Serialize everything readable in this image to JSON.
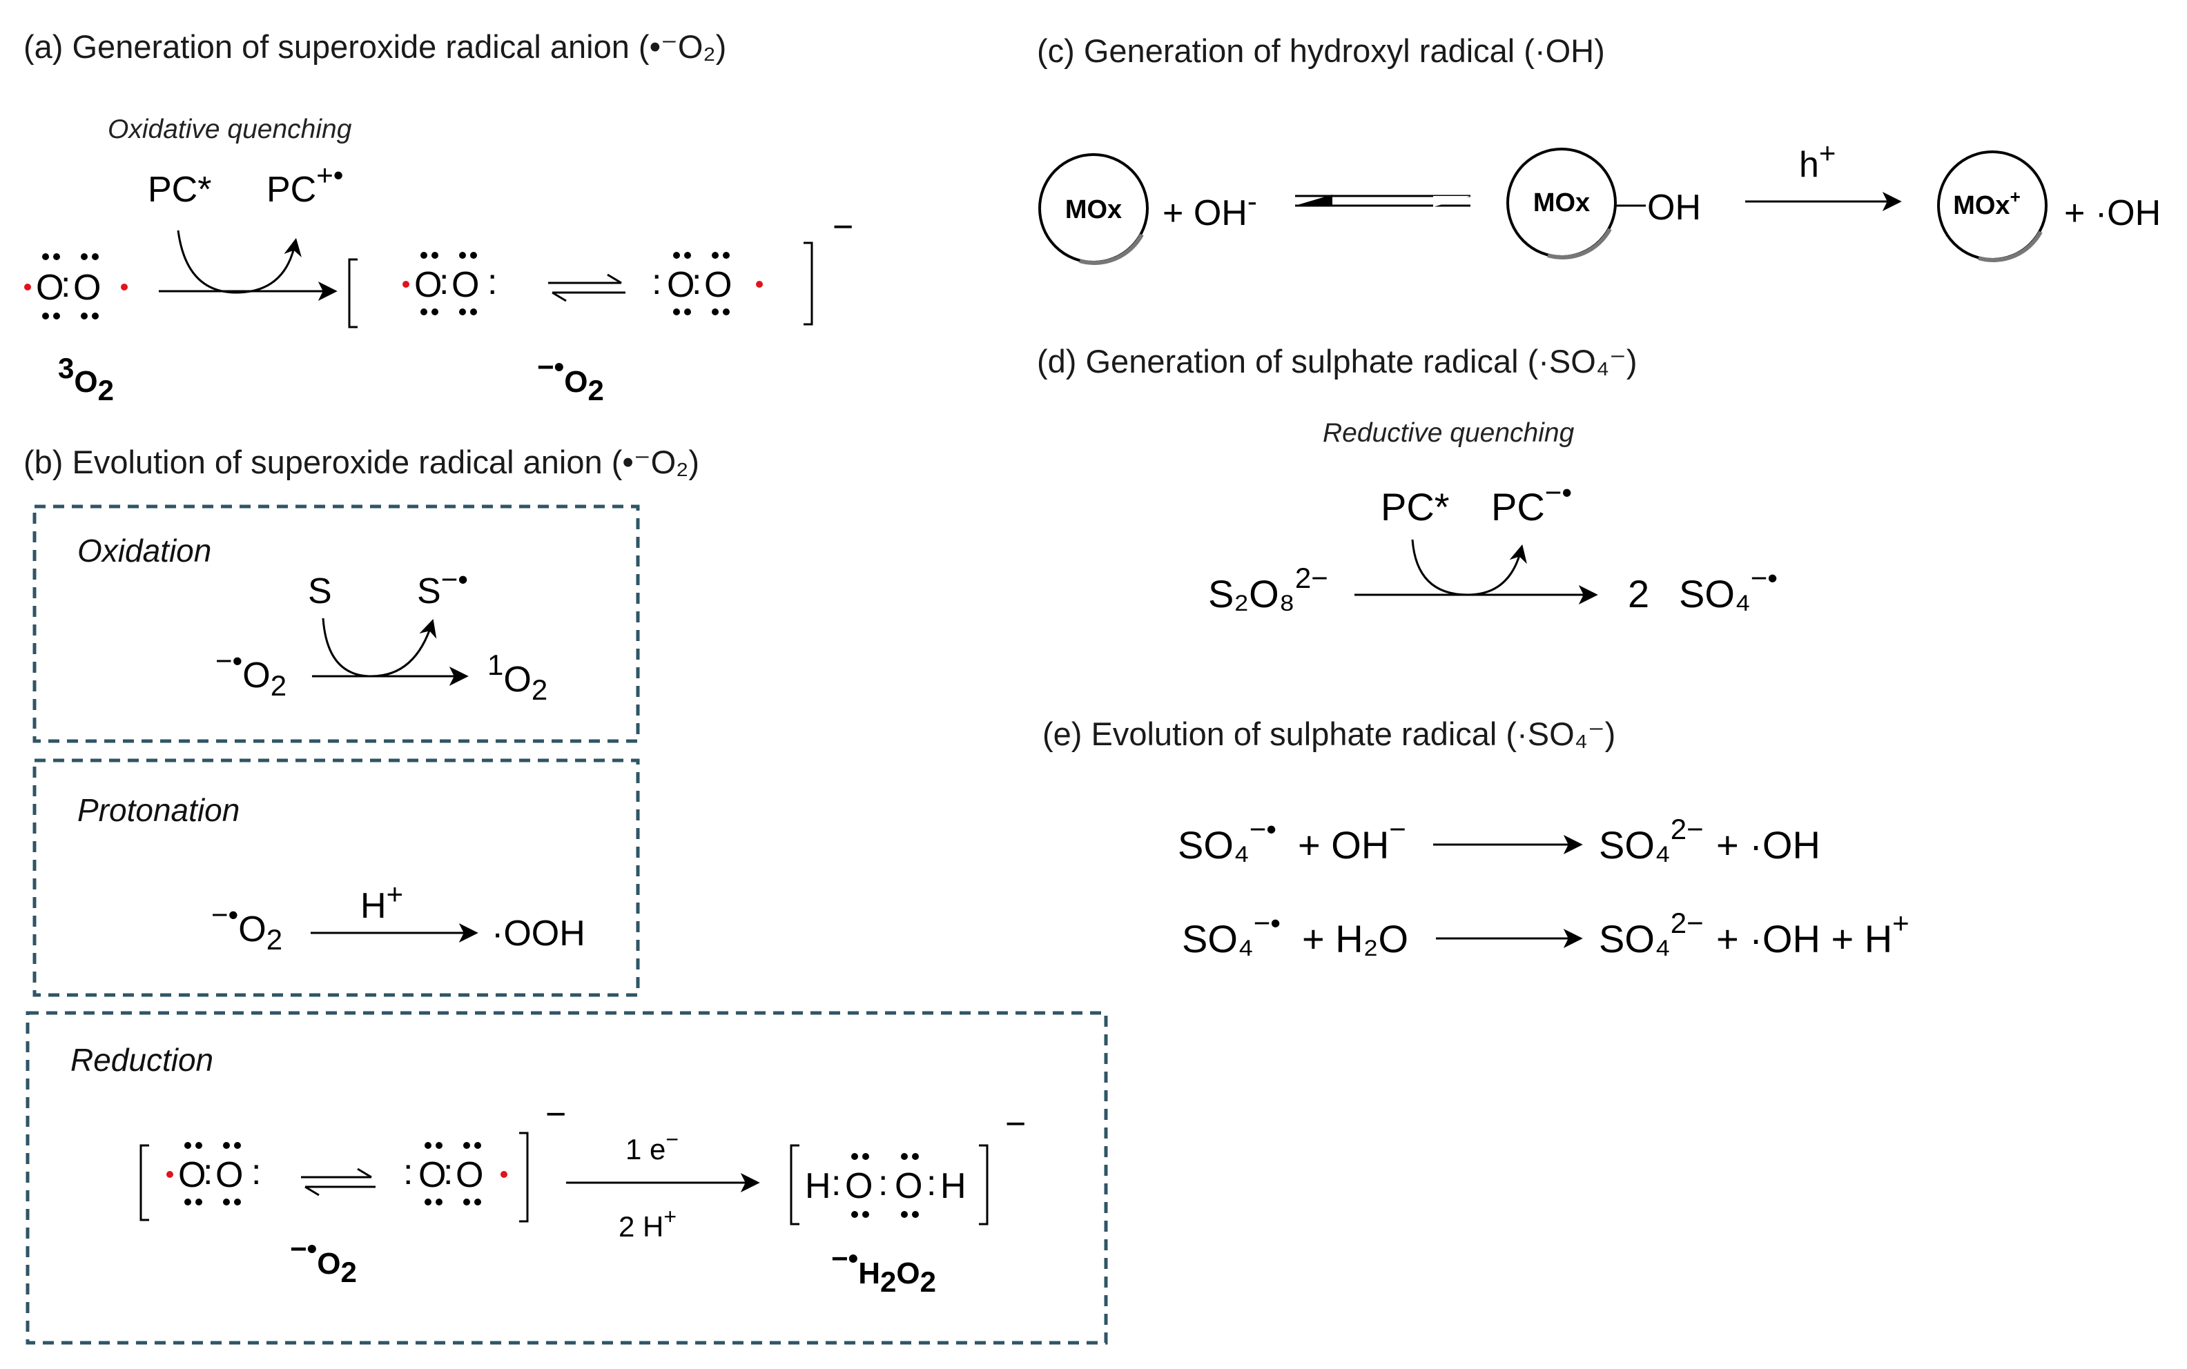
{
  "a": {
    "title": "(a) Generation of superoxide radical anion (•⁻O₂)",
    "quench": "Oxidative quenching",
    "pc": "PC*",
    "pc_ox": "PC",
    "pc_ox_sup": "+•",
    "label_3o2": "O",
    "label_3o2_pre": "3",
    "label_3o2_sub": "2",
    "label_o2r": "O",
    "label_o2r_pre": "−•",
    "label_o2r_sub": "2",
    "charge": "−"
  },
  "b": {
    "title": "(b) Evolution of superoxide radical anion (•⁻O₂)",
    "oxidation": {
      "heading": "Oxidation",
      "s": "S",
      "s_rad": "S",
      "s_rad_sup": "−•",
      "reactant_pre": "−•",
      "reactant": "O",
      "reactant_sub": "2",
      "product_pre": "1",
      "product": "O",
      "product_sub": "2"
    },
    "protonation": {
      "heading": "Protonation",
      "reagent": "H",
      "reagent_sup": "+",
      "reactant_pre": "−•",
      "reactant": "O",
      "reactant_sub": "2",
      "product": "·OOH"
    },
    "reduction": {
      "heading": "Reduction",
      "above": "1 e",
      "above_sup": "−",
      "below": "2 H",
      "below_sup": "+",
      "charge": "−",
      "label_o2r_pre": "−•",
      "label_o2r": "O",
      "label_o2r_sub": "2",
      "label_h2o2_pre": "−•",
      "label_h2o2_h": "H",
      "label_h2o2_sub1": "2",
      "label_h2o2_o": "O",
      "label_h2o2_sub2": "2"
    }
  },
  "c": {
    "title": "(c) Generation of hydroxyl radical (·OH)",
    "mox": "MOx",
    "mox_plus": "MOx",
    "mox_plus_sup": "+",
    "plus_oh": "+ OH",
    "plus_oh_sup": "-",
    "oh_bond": "OH",
    "hole": "h",
    "hole_sup": "+",
    "plus_rad": "+ ·OH"
  },
  "d": {
    "title": "(d) Generation of sulphate radical (·SO₄⁻)",
    "quench": "Reductive quenching",
    "pc": "PC*",
    "pc_red": "PC",
    "pc_red_sup": "−•",
    "reactant": "S₂O₈",
    "reactant_sup": "2−",
    "coef": "2",
    "product": "SO₄",
    "product_sup": "−•"
  },
  "e": {
    "title": "(e) Evolution of sulphate radical (·SO₄⁻)",
    "r1": {
      "left": "SO₄",
      "left_sup": "−•",
      "mid": "+ OH",
      "mid_sup": "−",
      "right": "SO₄",
      "right_sup": "2−",
      "tail": "+ ·OH"
    },
    "r2": {
      "left": "SO₄",
      "left_sup": "−•",
      "mid": "+ H₂O",
      "right": "SO₄",
      "right_sup": "2−",
      "tail": "+ ·OH + H",
      "tail_sup": "+"
    }
  },
  "lewis": {
    "atom": "O",
    "h": "H",
    "colon": ":"
  }
}
